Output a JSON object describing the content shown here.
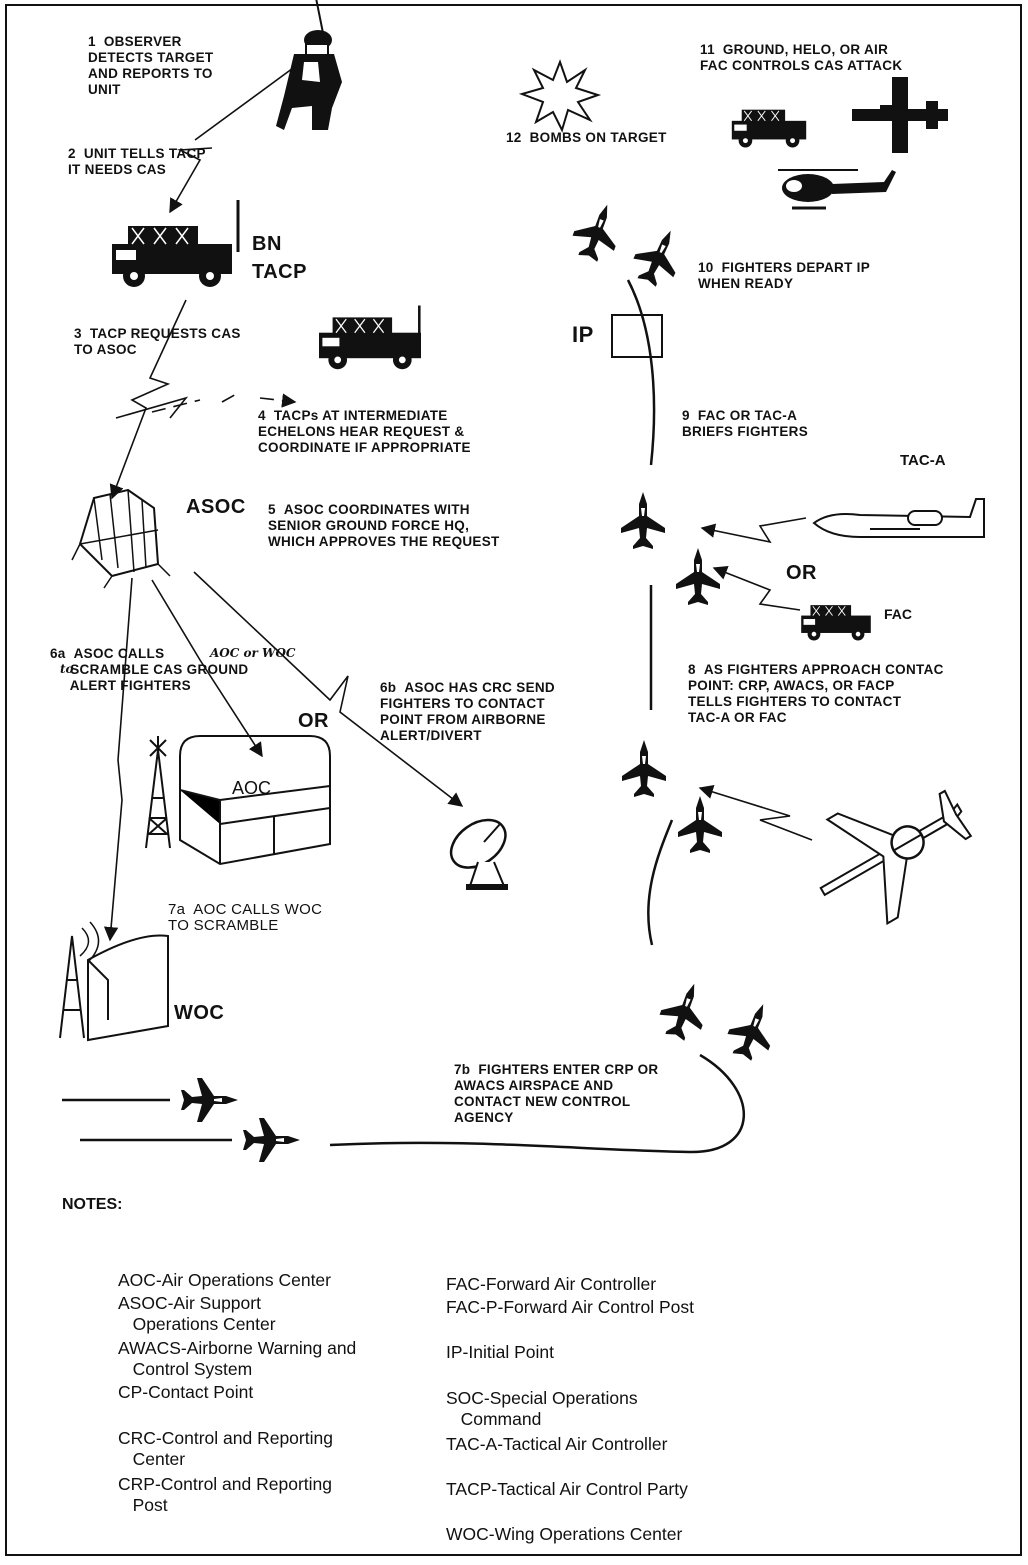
{
  "steps": {
    "s1": {
      "num": "1",
      "text": "OBSERVER\nDETECTS TARGET\nAND REPORTS TO\nUNIT"
    },
    "s2": {
      "num": "2",
      "text": "UNIT TELLS TACP\nIT NEEDS CAS"
    },
    "s3": {
      "num": "3",
      "text": "TACP REQUESTS CAS\nTO ASOC"
    },
    "s4": {
      "num": "4",
      "text": "TACPs AT INTERMEDIATE\nECHELONS HEAR REQUEST &\nCOORDINATE IF APPROPRIATE"
    },
    "s5": {
      "num": "5",
      "text": "ASOC COORDINATES WITH\nSENIOR GROUND FORCE HQ,\nWHICH APPROVES THE REQUEST"
    },
    "s6a": {
      "num": "6a",
      "text": "ASOC CALLS\n     SCRAMBLE CAS GROUND\n     ALERT FIGHTERS"
    },
    "s6b": {
      "num": "6b",
      "text": "ASOC HAS CRC SEND\nFIGHTERS TO CONTACT\nPOINT FROM AIRBORNE\nALERT/DIVERT"
    },
    "s7a": {
      "num": "7a",
      "text": "AOC CALLS WOC\nTO SCRAMBLE"
    },
    "s7b": {
      "num": "7b",
      "text": "FIGHTERS ENTER CRP OR\nAWACS AIRSPACE AND\nCONTACT NEW CONTROL\nAGENCY"
    },
    "s8": {
      "num": "8",
      "text": "AS FIGHTERS APPROACH CONTAC\nPOINT: CRP, AWACS, OR FACP\nTELLS FIGHTERS TO CONTACT\nTAC-A OR FAC"
    },
    "s9": {
      "num": "9",
      "text": "FAC OR TAC-A\nBRIEFS FIGHTERS"
    },
    "s10": {
      "num": "10",
      "text": "FIGHTERS DEPART IP\nWHEN READY"
    },
    "s11": {
      "num": "11",
      "text": "GROUND, HELO, OR AIR\nFAC CONTROLS CAS ATTACK"
    },
    "s12": {
      "num": "12",
      "text": "BOMBS ON TARGET"
    }
  },
  "handwritten": {
    "line1": "AOC or WOC",
    "line2": "to"
  },
  "labels": {
    "bn_tacp": "BN\nTACP",
    "asoc": "ASOC",
    "aoc": "AOC",
    "woc": "WOC",
    "ip": "IP",
    "or1": "OR",
    "or2": "OR",
    "tac_a": "TAC-A",
    "fac": "FAC"
  },
  "notes": {
    "heading": "NOTES:",
    "left": [
      "AOC-Air Operations Center",
      "ASOC-Air Support\n   Operations Center",
      "AWACS-Airborne Warning and\n   Control System",
      "CP-Contact Point",
      "CRC-Control and Reporting\n   Center",
      "CRP-Control and Reporting\n   Post"
    ],
    "right": [
      "FAC-Forward Air Controller",
      "FAC-P-Forward Air Control Post",
      "IP-Initial Point",
      "SOC-Special Operations\n   Command",
      "TAC-A-Tactical Air Controller",
      "TACP-Tactical Air Control Party",
      "WOC-Wing Operations Center"
    ]
  },
  "icons": [
    "soldier-icon",
    "explosion-icon",
    "humvee-icon",
    "tent-icon",
    "aoc-building-icon",
    "radio-tower-icon",
    "radar-dish-icon",
    "woc-building-icon",
    "fighter-jet-icon",
    "helicopter-icon",
    "attack-aircraft-icon",
    "awacs-icon"
  ]
}
